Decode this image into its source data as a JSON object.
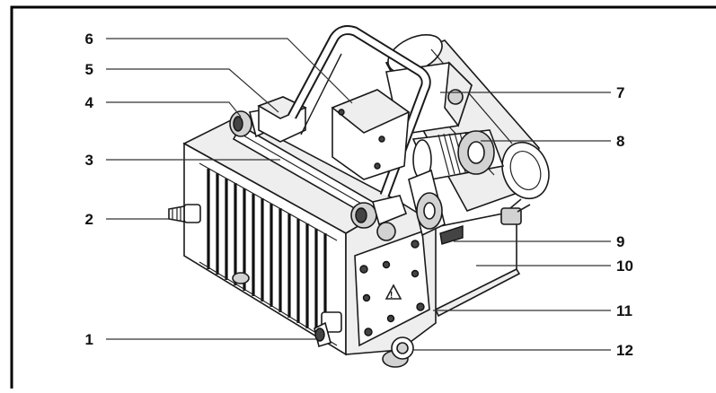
{
  "labels": [
    {
      "id": "1",
      "text": "1"
    },
    {
      "id": "2",
      "text": "2"
    },
    {
      "id": "3",
      "text": "3"
    },
    {
      "id": "4",
      "text": "4"
    },
    {
      "id": "5",
      "text": "5"
    },
    {
      "id": "6",
      "text": "6"
    },
    {
      "id": "7",
      "text": "7"
    },
    {
      "id": "8",
      "text": "8"
    },
    {
      "id": "9",
      "text": "9"
    },
    {
      "id": "10",
      "text": "10"
    },
    {
      "id": "11",
      "text": "11"
    },
    {
      "id": "12",
      "text": "12"
    }
  ],
  "warning_symbol": "!"
}
